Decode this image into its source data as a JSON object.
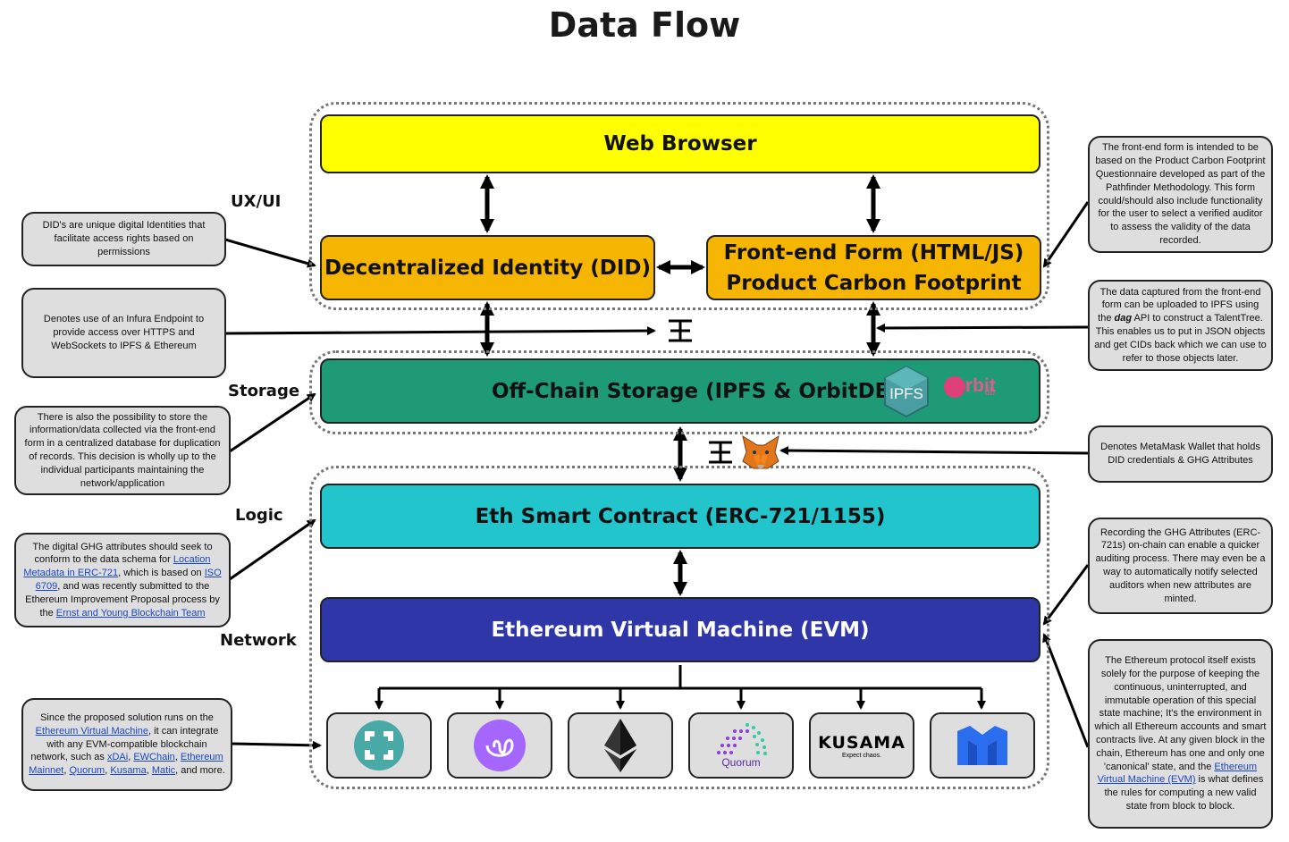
{
  "title": "Data Flow",
  "layers": {
    "ux": "UX/UI",
    "storage": "Storage",
    "logic": "Logic",
    "network": "Network"
  },
  "blocks": {
    "browser": "Web Browser",
    "did": "Decentralized Identity (DID)",
    "form_line1": "Front-end Form (HTML/JS)",
    "form_line2": "Product Carbon Footprint",
    "storage": "Off-Chain Storage (IPFS & OrbitDB)",
    "contract": "Eth Smart Contract (ERC-721/1155)",
    "evm": "Ethereum Virtual Machine (EVM)"
  },
  "logos": {
    "ipfs": "IPFS",
    "orbit_o": "O",
    "orbit_rest": "rbit",
    "orbit_db": "db",
    "quorum": "Quorum",
    "kusama": "KUSAMA",
    "kusama_tag": "Expect chaos."
  },
  "notes": {
    "did": "DID's are unique digital Identities that facilitate access rights based on permissions",
    "infura": "Denotes use of an Infura Endpoint to provide access over HTTPS and WebSockets to IPFS & Ethereum",
    "central_db": "There is also the possibility to store the information/data collected via the front-end form in a centralized database for duplication of records. This decision is wholly up to the individual participants maintaining the network/application",
    "schema": {
      "t1": "The digital GHG attributes should seek to conform to the data schema for ",
      "l1": "Location Metadata in ERC-721",
      "t2": ", which is based on ",
      "l2": "ISO 6709",
      "t3": ", and was recently submitted to the Ethereum Improvement Proposal process by the ",
      "l3": "Ernst and Young Blockchain Team"
    },
    "evm_compat": {
      "t1": "Since the proposed solution runs on the ",
      "l1": "Ethereum Virtual Machine",
      "t2": ", it can integrate with any EVM-compatible blockchain network, such as ",
      "l2": "xDAi",
      "s1": ", ",
      "l3": "EWChain",
      "s2": ", ",
      "l4": "Ethereum Mainnet",
      "s3": ", ",
      "l5": "Quorum",
      "s4": ", ",
      "l6": "Kusama",
      "s5": ", ",
      "l7": "Matic",
      "t3": ", and more."
    },
    "form": "The front-end form is intended to be based on the Product Carbon Footprint Questionnaire developed as part of the Pathfinder Methodology. This form could/should also include functionality for the user to select a verified auditor to assess the validity of the data recorded.",
    "ipfs": {
      "t1": "The data captured from the front-end form can be uploaded to IPFS using the ",
      "em": "dag",
      "t2": " API to construct a TalentTree. This enables us to put in JSON objects and get CIDs back which we can use to refer to those objects later."
    },
    "metamask": "Denotes MetaMask Wallet that holds DID credentials & GHG Attributes",
    "ghg": "Recording the GHG Attributes (ERC-721s) on-chain can enable a quicker auditing process. There may even be a way to automatically notify selected auditors when new attributes are minted.",
    "eth_protocol": {
      "t1": "The Ethereum protocol itself exists solely for the purpose of keeping the continuous, uninterrupted, and immutable operation of this special state machine; It's the environment in which all Ethereum accounts and smart contracts live. At any given block in the chain, Ethereum has one and only one 'canonical' state, and the ",
      "l1": "Ethereum Virtual Machine (EVM)",
      "t2": " is what defines the rules for computing a new valid state from block to block."
    }
  },
  "colors": {
    "browser": "#ffff00",
    "identity": "#f6b500",
    "storage": "#1e9a77",
    "contract": "#22c5cc",
    "evm": "#2e36a8",
    "note_bg": "#dedede"
  },
  "icons": [
    "infura-endpoint-icon",
    "metamask-fox-icon",
    "ipfs-logo-icon",
    "orbitdb-logo-icon",
    "xdai-logo-icon",
    "ewchain-logo-icon",
    "ethereum-logo-icon",
    "quorum-logo-icon",
    "kusama-logo-icon",
    "matic-logo-icon"
  ]
}
